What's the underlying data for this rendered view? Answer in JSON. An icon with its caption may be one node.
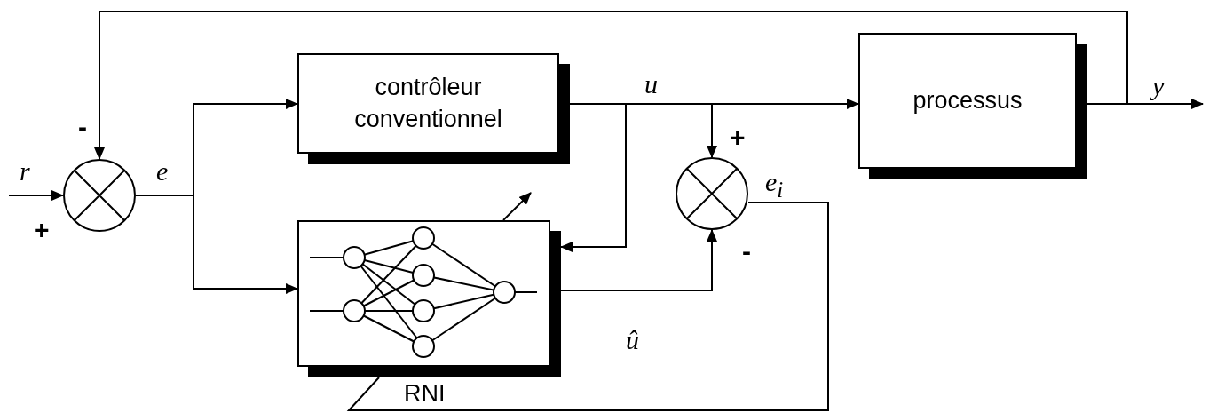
{
  "diagram": {
    "nodes": [
      {
        "text": [],
        "shape": "circle"
      },
      {
        "text": [
          "contrôleur conventionnel"
        ]
      },
      {
        "text": [],
        "shape": "box",
        "beside": [
          "RNI"
        ]
      },
      {
        "text": [
          "processus"
        ]
      },
      {
        "text": [],
        "shape": "circle"
      }
    ],
    "edges": [
      {
        "from": null,
        "to": 0,
        "arrow": "to",
        "label": "r"
      },
      {
        "from": 0,
        "to": 1,
        "arrow": "to",
        "label": "e"
      },
      {
        "from": 0,
        "to": 2,
        "arrow": "to"
      },
      {
        "from": 1,
        "to": 3,
        "arrow": "to",
        "label": "u"
      },
      {
        "from": 1,
        "to": 4,
        "arrow": "to"
      },
      {
        "from": 1,
        "to": 2,
        "arrow": "to"
      },
      {
        "from": 2,
        "to": 4,
        "arrow": "to",
        "label": "û"
      },
      {
        "from": 3,
        "to": null,
        "arrow": "to",
        "label": "y"
      },
      {
        "from": 3,
        "to": 0,
        "arrow": "to"
      },
      {
        "from": 4,
        "to": 2,
        "arrow": "none",
        "label": "e$_{i}$"
      }
    ],
    "labels": [
      "-",
      "+",
      "+",
      "-"
    ]
  }
}
